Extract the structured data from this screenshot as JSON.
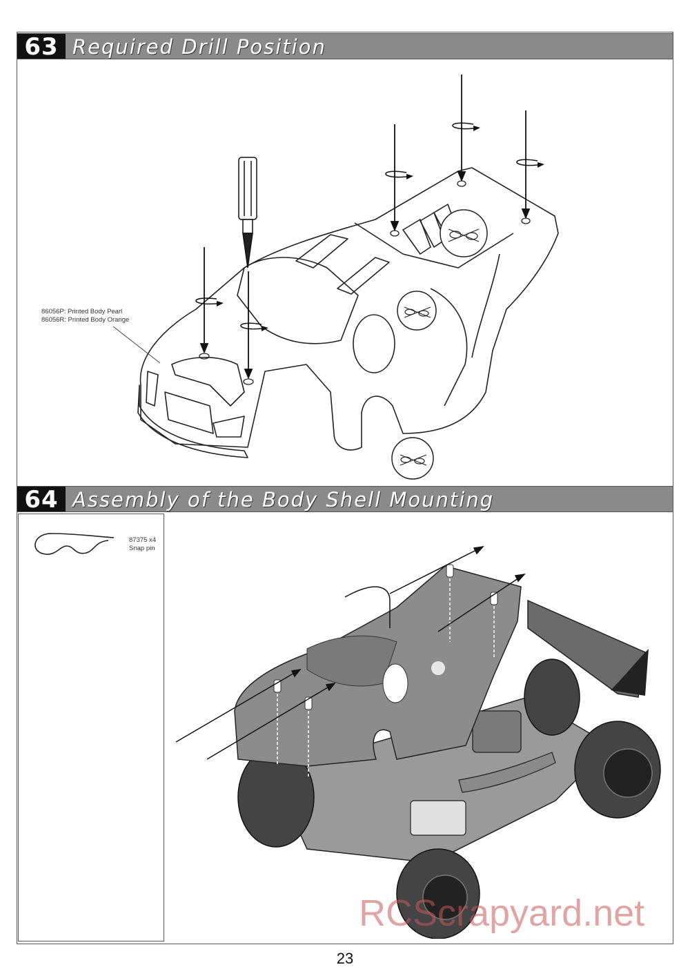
{
  "step63": {
    "number": "63",
    "title": "Required Drill Position",
    "callout_line1": "86056P: Printed Body Pearl",
    "callout_line2": "86056R: Printed Body Orange"
  },
  "step64": {
    "number": "64",
    "title": "Assembly of the Body Shell Mounting",
    "part_code": "87375 x4",
    "part_name": "Snap pin"
  },
  "watermark": "RCScrapyard.net",
  "page_number": "23",
  "icons": [
    "screwdriver-icon",
    "rotation-arrow-icon",
    "scissors-icon",
    "snap-pin-icon"
  ]
}
